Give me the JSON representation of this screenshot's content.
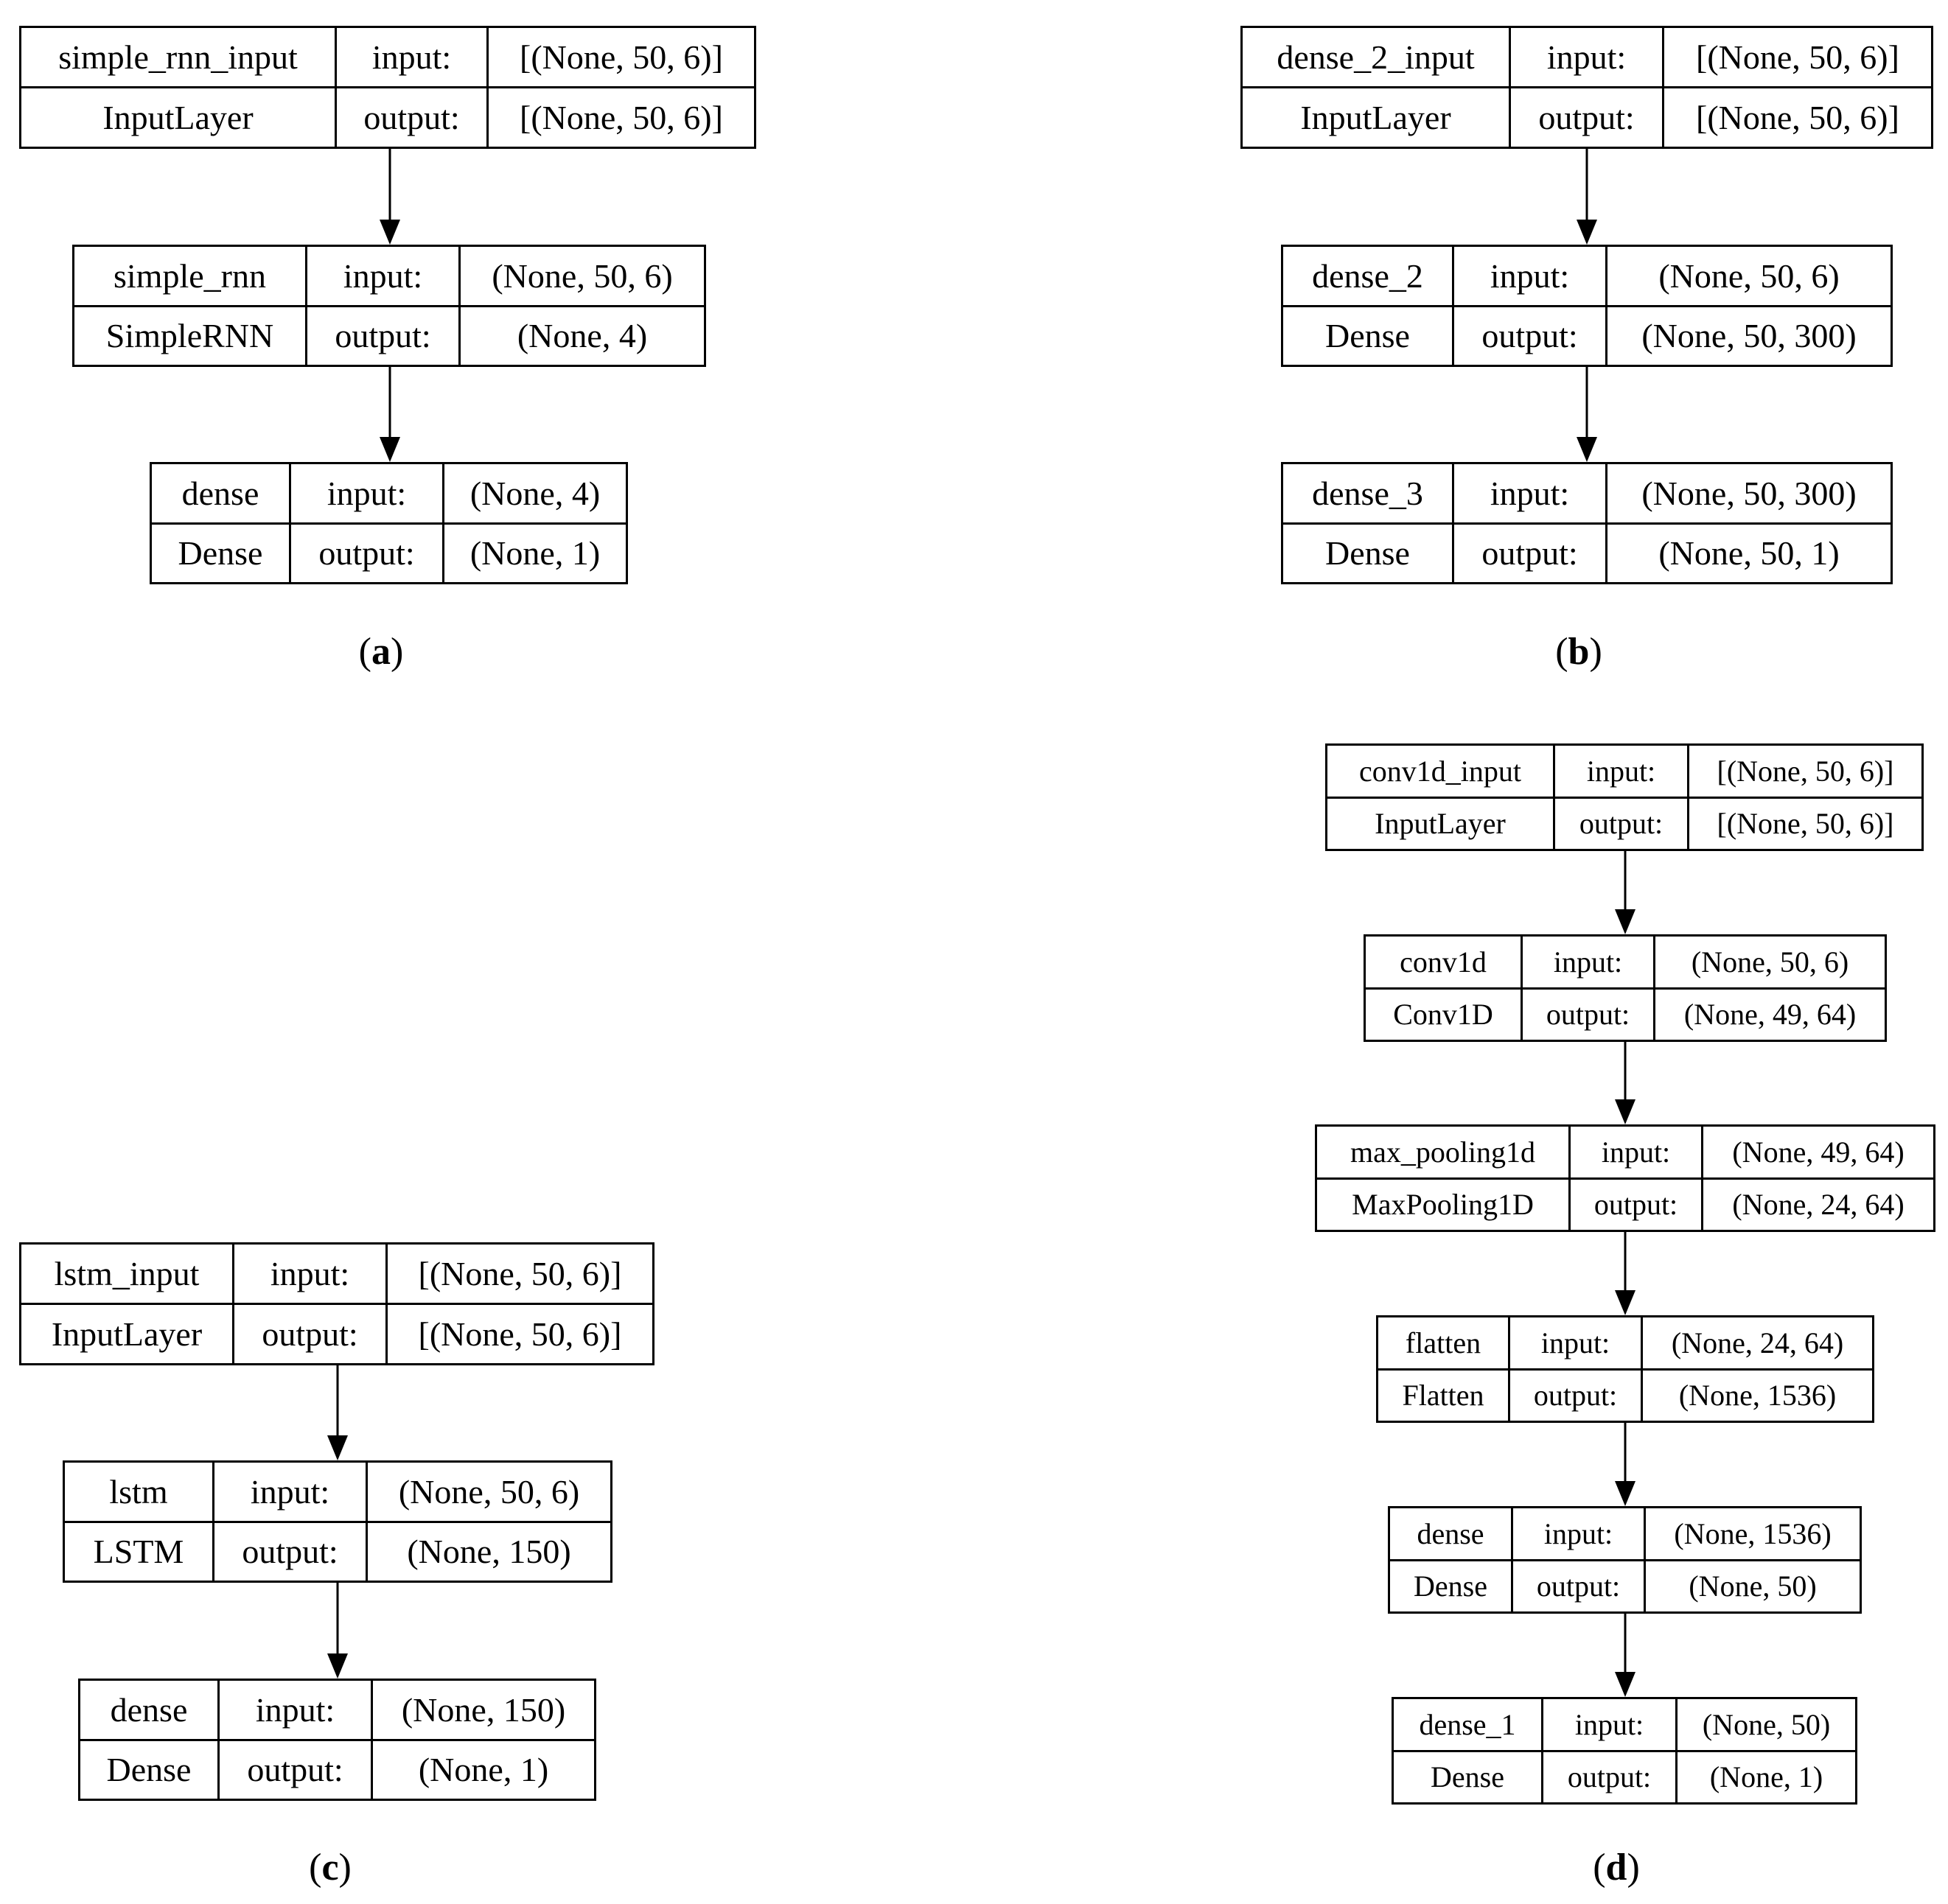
{
  "panels": [
    {
      "id": "a",
      "caption": "a",
      "nodes": [
        {
          "name": "simple_rnn_input",
          "type": "InputLayer",
          "input_label": "input:",
          "output_label": "output:",
          "input": "[(None, 50, 6)]",
          "output": "[(None, 50, 6)]"
        },
        {
          "name": "simple_rnn",
          "type": "SimpleRNN",
          "input_label": "input:",
          "output_label": "output:",
          "input": "(None, 50, 6)",
          "output": "(None, 4)"
        },
        {
          "name": "dense",
          "type": "Dense",
          "input_label": "input:",
          "output_label": "output:",
          "input": "(None, 4)",
          "output": "(None, 1)"
        }
      ]
    },
    {
      "id": "b",
      "caption": "b",
      "nodes": [
        {
          "name": "dense_2_input",
          "type": "InputLayer",
          "input_label": "input:",
          "output_label": "output:",
          "input": "[(None, 50, 6)]",
          "output": "[(None, 50, 6)]"
        },
        {
          "name": "dense_2",
          "type": "Dense",
          "input_label": "input:",
          "output_label": "output:",
          "input": "(None, 50, 6)",
          "output": "(None, 50, 300)"
        },
        {
          "name": "dense_3",
          "type": "Dense",
          "input_label": "input:",
          "output_label": "output:",
          "input": "(None, 50, 300)",
          "output": "(None, 50, 1)"
        }
      ]
    },
    {
      "id": "c",
      "caption": "c",
      "nodes": [
        {
          "name": "lstm_input",
          "type": "InputLayer",
          "input_label": "input:",
          "output_label": "output:",
          "input": "[(None, 50, 6)]",
          "output": "[(None, 50, 6)]"
        },
        {
          "name": "lstm",
          "type": "LSTM",
          "input_label": "input:",
          "output_label": "output:",
          "input": "(None, 50, 6)",
          "output": "(None, 150)"
        },
        {
          "name": "dense",
          "type": "Dense",
          "input_label": "input:",
          "output_label": "output:",
          "input": "(None, 150)",
          "output": "(None, 1)"
        }
      ]
    },
    {
      "id": "d",
      "caption": "d",
      "nodes": [
        {
          "name": "conv1d_input",
          "type": "InputLayer",
          "input_label": "input:",
          "output_label": "output:",
          "input": "[(None, 50, 6)]",
          "output": "[(None, 50, 6)]"
        },
        {
          "name": "conv1d",
          "type": "Conv1D",
          "input_label": "input:",
          "output_label": "output:",
          "input": "(None, 50, 6)",
          "output": "(None, 49, 64)"
        },
        {
          "name": "max_pooling1d",
          "type": "MaxPooling1D",
          "input_label": "input:",
          "output_label": "output:",
          "input": "(None, 49, 64)",
          "output": "(None, 24, 64)"
        },
        {
          "name": "flatten",
          "type": "Flatten",
          "input_label": "input:",
          "output_label": "output:",
          "input": "(None, 24, 64)",
          "output": "(None, 1536)"
        },
        {
          "name": "dense",
          "type": "Dense",
          "input_label": "input:",
          "output_label": "output:",
          "input": "(None, 1536)",
          "output": "(None, 50)"
        },
        {
          "name": "dense_1",
          "type": "Dense",
          "input_label": "input:",
          "output_label": "output:",
          "input": "(None, 50)",
          "output": "(None, 1)"
        }
      ]
    }
  ]
}
